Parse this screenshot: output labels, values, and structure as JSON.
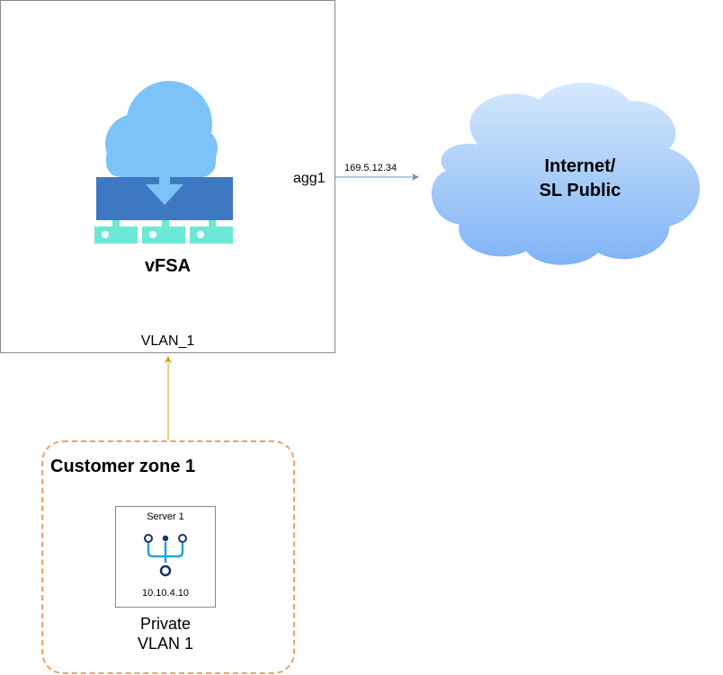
{
  "firewall": {
    "name": "vFSA",
    "vlan": "VLAN_1",
    "interface": "agg1",
    "interface_ip": "169.5.12.34"
  },
  "internet": {
    "line1": "Internet/",
    "line2": "SL Public"
  },
  "customer_zone": {
    "title": "Customer zone 1",
    "server": {
      "name": "Server 1",
      "ip": "10.10.4.10"
    },
    "network": {
      "line1": "Private",
      "line2": "VLAN 1"
    }
  },
  "colors": {
    "cloud_light": "#7cc3f8",
    "router_blue": "#3f78c2",
    "port_teal": "#6ee8d6",
    "internet_cloud_top": "#c9e2fb",
    "internet_cloud_bottom": "#7fb3f6",
    "arrow_blue": "#6c8ebf",
    "arrow_yellow": "#d6a100",
    "zone_orange": "#f0a066",
    "server_icon_navy": "#1d2f6a",
    "server_icon_cyan": "#1ea7e1"
  }
}
